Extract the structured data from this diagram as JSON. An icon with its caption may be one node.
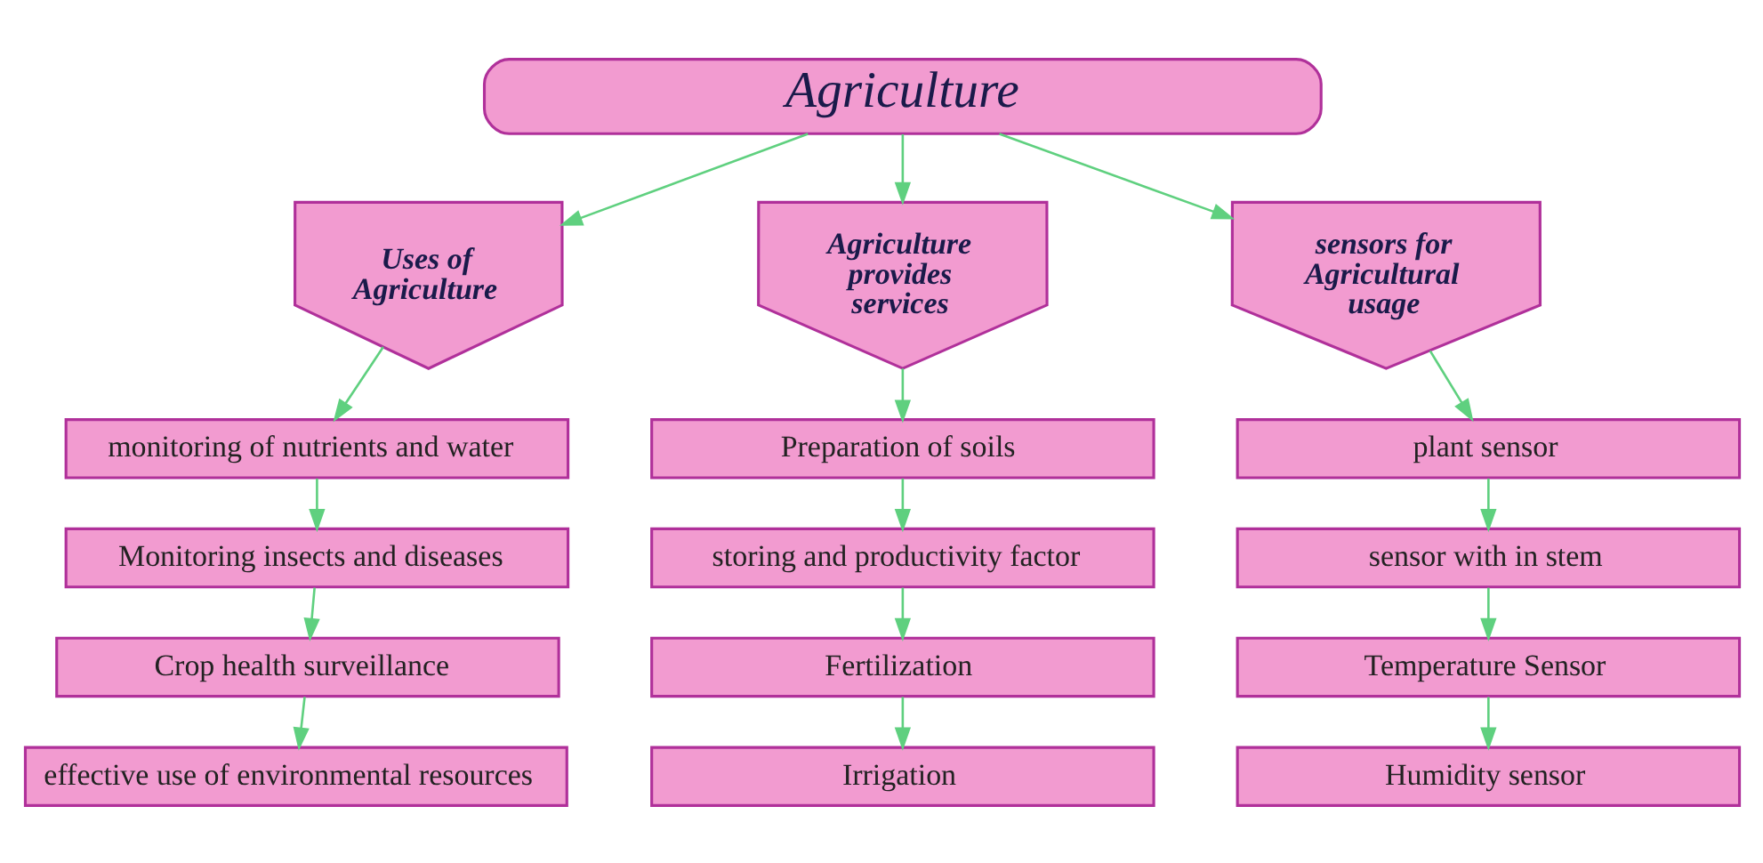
{
  "diagram": {
    "nodes": [
      {
        "text": [
          "Agriculture"
        ]
      },
      {
        "text": [
          "Uses of Agriculture"
        ]
      },
      {
        "text": [
          "Agriculture provides services"
        ]
      },
      {
        "text": [
          "sensors for Agricultural usage"
        ]
      },
      {
        "text": [
          "monitoring of nutrients and water"
        ]
      },
      {
        "text": [
          "Monitoring insects and diseases"
        ]
      },
      {
        "text": [
          "Crop health surveillance"
        ]
      },
      {
        "text": [
          "effective use of environmental resources"
        ]
      },
      {
        "text": [
          "Preparation of soils"
        ]
      },
      {
        "text": [
          "storing and productivity factor"
        ]
      },
      {
        "text": [
          "Fertilization"
        ]
      },
      {
        "text": [
          "Irrigation"
        ]
      },
      {
        "text": [
          "plant sensor"
        ]
      },
      {
        "text": [
          "sensor with in stem"
        ]
      },
      {
        "text": [
          "Temperature Sensor"
        ]
      },
      {
        "text": [
          "Humidity sensor"
        ]
      }
    ],
    "edges": [
      {
        "from": 0,
        "to": 1,
        "arrow": "to"
      },
      {
        "from": 0,
        "to": 2,
        "arrow": "to"
      },
      {
        "from": 0,
        "to": 3,
        "arrow": "to"
      },
      {
        "from": 1,
        "to": 4,
        "arrow": "to"
      },
      {
        "from": 4,
        "to": 5,
        "arrow": "to"
      },
      {
        "from": 5,
        "to": 6,
        "arrow": "to"
      },
      {
        "from": 6,
        "to": 7,
        "arrow": "to"
      },
      {
        "from": 2,
        "to": 8,
        "arrow": "to"
      },
      {
        "from": 8,
        "to": 9,
        "arrow": "to"
      },
      {
        "from": 9,
        "to": 10,
        "arrow": "to"
      },
      {
        "from": 10,
        "to": 11,
        "arrow": "to"
      },
      {
        "from": 3,
        "to": 12,
        "arrow": "to"
      },
      {
        "from": 12,
        "to": 13,
        "arrow": "to"
      },
      {
        "from": 13,
        "to": 14,
        "arrow": "to"
      },
      {
        "from": 14,
        "to": 15,
        "arrow": "to"
      }
    ]
  }
}
